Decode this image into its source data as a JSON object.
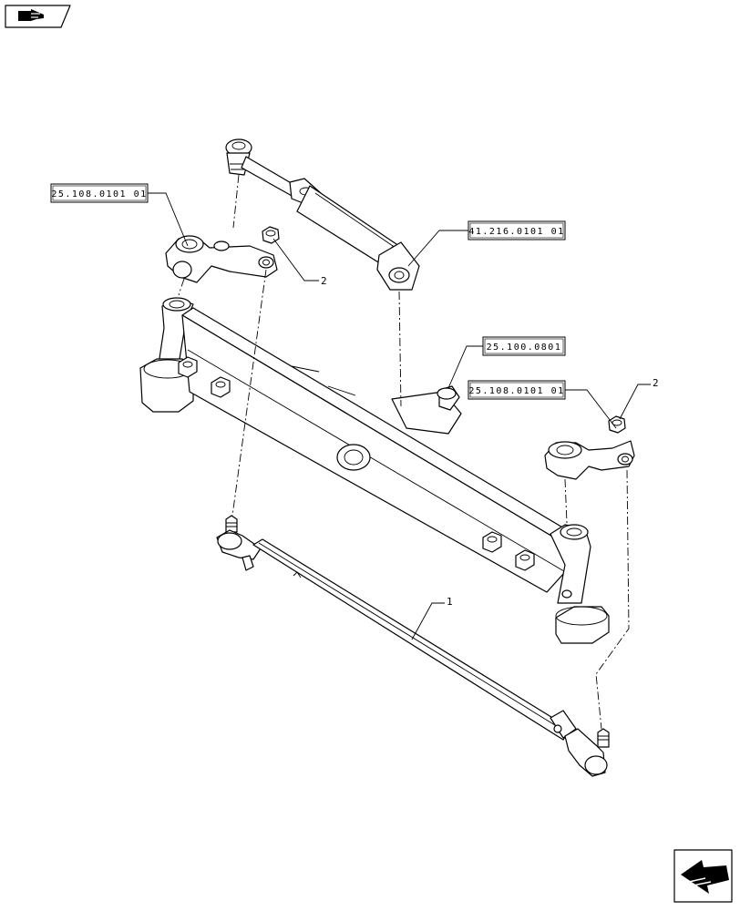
{
  "nav": {
    "prev_icon": "hand-pointing-right-icon",
    "next_icon": "arrow-pointing-left-icon"
  },
  "references": [
    {
      "id": "ref-25-108-left",
      "text": "25.108.0101 01"
    },
    {
      "id": "ref-41-216",
      "text": "41.216.0101 01"
    },
    {
      "id": "ref-25-100",
      "text": "25.100.0801"
    },
    {
      "id": "ref-25-108-right",
      "text": "25.108.0101 01"
    }
  ],
  "callouts": [
    {
      "id": "callout-nut-left",
      "text": "2"
    },
    {
      "id": "callout-nut-right",
      "text": "2"
    },
    {
      "id": "callout-tie-rod",
      "text": "1"
    }
  ]
}
